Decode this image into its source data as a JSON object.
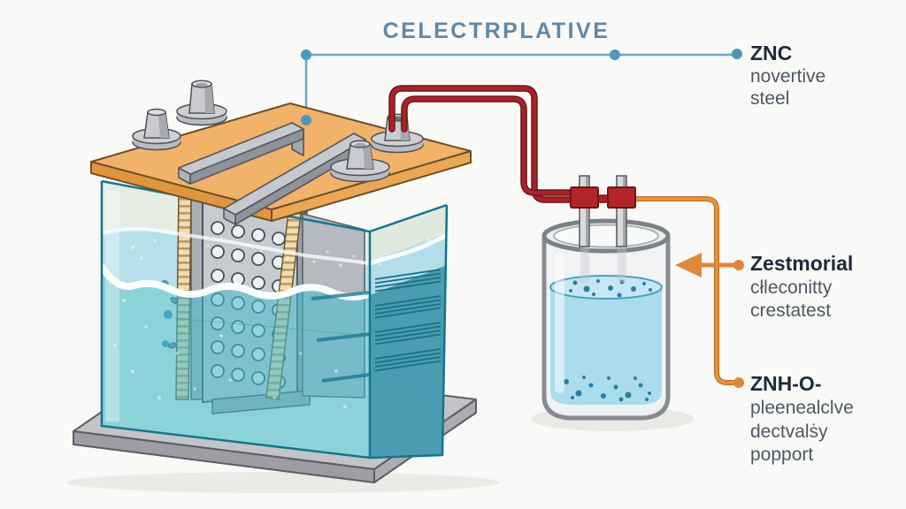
{
  "title": "CELECTRPLATIVE",
  "colors": {
    "title_blue": "#5e89a7",
    "leader_blue": "#6aa9c6",
    "leader_dot_blue": "#4e97bc",
    "wire_red": "#a82328",
    "clamp_red": "#b2252b",
    "wire_orange": "#e0873a",
    "lid_orange": "#f2b269",
    "water_teal": "#7ecbd9",
    "water_surface": "#b6dfe9",
    "glass_pale": "#e5ede3",
    "beaker_liquid": "#aadcee",
    "metal_gray": "#c9cbce",
    "base_gray": "#c2c4c8",
    "heading_text": "#1d2a38",
    "body_text": "#4d5862"
  },
  "callouts": [
    {
      "bullet": "blue",
      "heading": "ZNC",
      "lines": [
        "novertive",
        "steel"
      ]
    },
    {
      "bullet": "orange",
      "heading": "Zestmorial",
      "lines": [
        "cłleconitty",
        "crestatest"
      ]
    },
    {
      "bullet": "orange",
      "heading": "ZNH-O-",
      "lines": [
        "pleenealclve",
        "dectvalṡy",
        "popport"
      ]
    }
  ]
}
